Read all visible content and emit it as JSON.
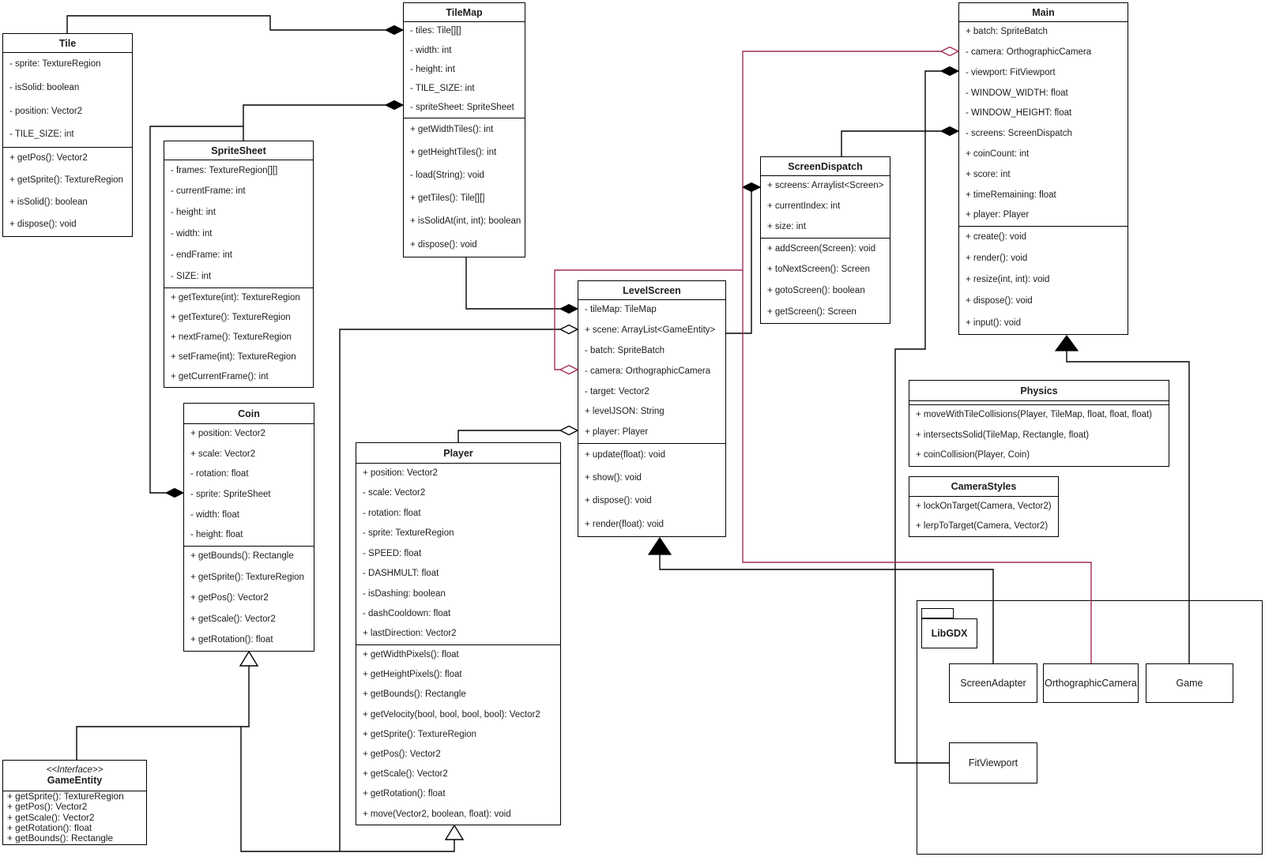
{
  "colors": {
    "accent_pink": "#A12A5B",
    "line_black": "#000000",
    "background": "#ffffff"
  },
  "classes": {
    "tile": {
      "name": "Tile",
      "attributes": [
        "- sprite: TextureRegion",
        "- isSolid: boolean",
        "- position: Vector2",
        "- TILE_SIZE: int"
      ],
      "methods": [
        "+ getPos(): Vector2",
        "+ getSprite(): TextureRegion",
        "+ isSolid(): boolean",
        "+ dispose(): void"
      ]
    },
    "tileMap": {
      "name": "TileMap",
      "attributes": [
        "- tiles: Tile[][]",
        "- width: int",
        "- height: int",
        "- TILE_SIZE: int",
        "- spriteSheet: SpriteSheet"
      ],
      "methods": [
        "+ getWidthTiles(): int",
        "+ getHeightTiles(): int",
        "- load(String): void",
        "+ getTiles(): Tile[][]",
        "+ isSolidAt(int, int): boolean",
        "+ dispose(): void"
      ]
    },
    "spriteSheet": {
      "name": "SpriteSheet",
      "attributes": [
        "- frames: TextureRegion[][]",
        "- currentFrame: int",
        "- height: int",
        "- width: int",
        "- endFrame: int",
        "- SIZE: int"
      ],
      "methods": [
        "+ getTexture(int): TextureRegion",
        "+ getTexture(): TextureRegion",
        "+ nextFrame(): TextureRegion",
        "+ setFrame(int): TextureRegion",
        "+ getCurrentFrame(): int"
      ]
    },
    "coin": {
      "name": "Coin",
      "attributes": [
        "+ position: Vector2",
        "+ scale: Vector2",
        "- rotation: float",
        "- sprite: SpriteSheet",
        "- width: float",
        "- height: float"
      ],
      "methods": [
        "+ getBounds(): Rectangle",
        "+ getSprite(): TextureRegion",
        "+ getPos(): Vector2",
        "+ getScale(): Vector2",
        "+ getRotation(): float"
      ]
    },
    "main": {
      "name": "Main",
      "attributes": [
        "+ batch: SpriteBatch",
        "- camera: OrthographicCamera",
        "- viewport: FitViewport",
        "- WINDOW_WIDTH: float",
        "- WINDOW_HEIGHT: float",
        "- screens: ScreenDispatch",
        "+ coinCount: int",
        "+ score: int",
        "+ timeRemaining: float",
        "+ player: Player"
      ],
      "methods": [
        "+ create(): void",
        "+ render(): void",
        "+ resize(int, int): void",
        "+ dispose(): void",
        "+ input(): void"
      ]
    },
    "screenDispatch": {
      "name": "ScreenDispatch",
      "attributes": [
        "+ screens: Arraylist<Screen>",
        "+ currentIndex: int",
        "+ size: int"
      ],
      "methods": [
        "+ addScreen(Screen): void",
        "+ toNextScreen(): Screen",
        "+ gotoScreen(): boolean",
        "+ getScreen(): Screen"
      ]
    },
    "levelScreen": {
      "name": "LevelScreen",
      "attributes": [
        "- tileMap: TileMap",
        "+ scene: ArrayList<GameEntity>",
        "- batch: SpriteBatch",
        "- camera: OrthographicCamera",
        "- target: Vector2",
        "+ levelJSON: String",
        "+ player: Player"
      ],
      "methods": [
        "+ update(float): void",
        "+ show(): void",
        "+ dispose(): void",
        "+ render(float): void"
      ]
    },
    "player": {
      "name": "Player",
      "attributes": [
        "+ position: Vector2",
        "- scale: Vector2",
        "- rotation: float",
        "- sprite: TextureRegion",
        "- SPEED: float",
        "- DASHMULT: float",
        "- isDashing: boolean",
        "- dashCooldown: float",
        "+ lastDirection: Vector2"
      ],
      "methods": [
        "+ getWidthPixels(): float",
        "+ getHeightPixels(): float",
        "+ getBounds(): Rectangle",
        "+ getVelocity(bool, bool, bool, bool): Vector2",
        "+ getSprite(): TextureRegion",
        "+ getPos(): Vector2",
        "+ getScale(): Vector2",
        "+ getRotation(): float",
        "+ move(Vector2, boolean, float): void"
      ]
    },
    "physics": {
      "name": "Physics",
      "attributes": [],
      "methods": [
        "+ moveWithTileCollisions(Player, TileMap, float, float, float)",
        "+ intersectsSolid(TileMap, Rectangle, float)",
        "+ coinCollision(Player, Coin)"
      ]
    },
    "cameraStyles": {
      "name": "CameraStyles",
      "attributes": [],
      "methods": [
        "+ lockOnTarget(Camera, Vector2)",
        "+ lerpToTarget(Camera, Vector2)"
      ]
    },
    "gameEntity": {
      "stereotype": "<<Interface>>",
      "name": "GameEntity",
      "methods": [
        "+ getSprite(): TextureRegion",
        "+ getPos(): Vector2",
        "+ getScale(): Vector2",
        "+ getRotation(): float",
        "+ getBounds(): Rectangle"
      ]
    }
  },
  "libgdx": {
    "package_label": "LibGDX",
    "screen_adapter": "ScreenAdapter",
    "orthographic_camera": "OrthographicCamera",
    "game": "Game",
    "fit_viewport": "FitViewport"
  }
}
